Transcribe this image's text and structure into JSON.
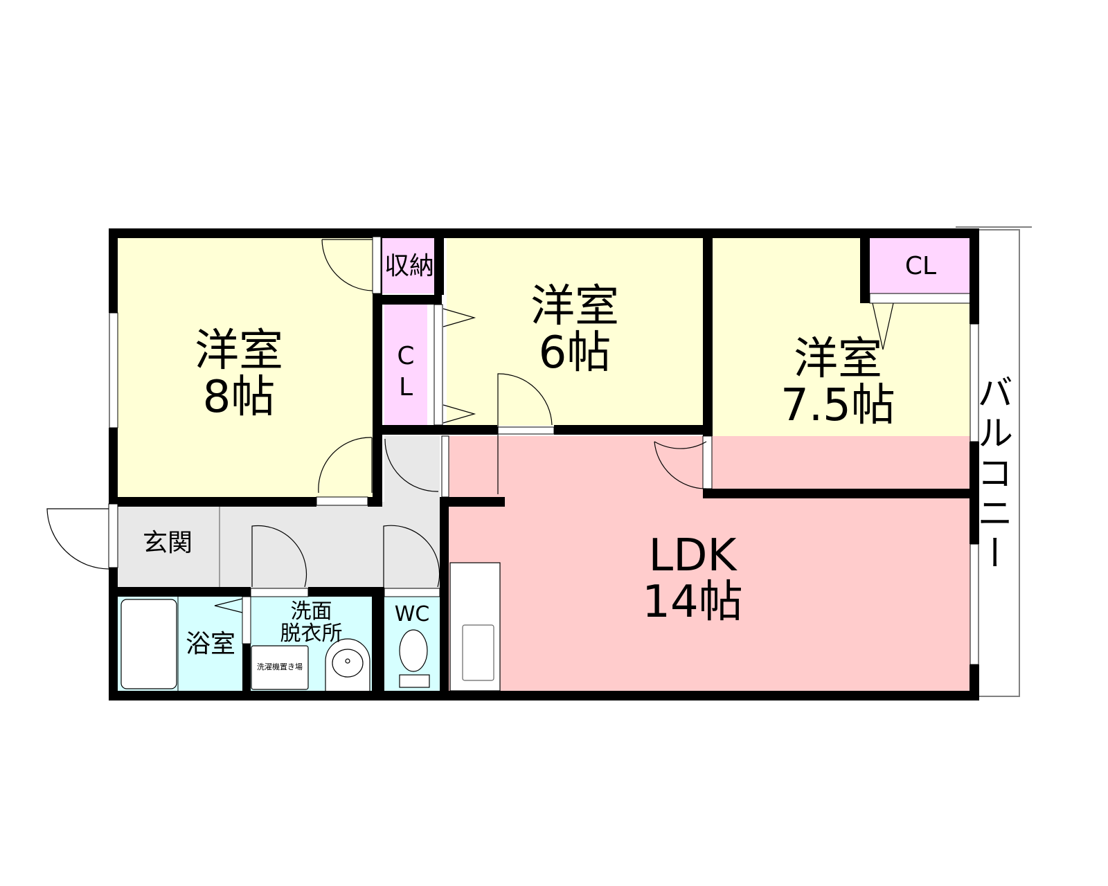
{
  "colors": {
    "wall": "#000000",
    "western_room": "#ffffd6",
    "storage": "#ffd6ff",
    "ldk": "#ffcccc",
    "hallway": "#e8e8e8",
    "wet_area": "#d6ffff",
    "window_fixture": "#ffffff"
  },
  "rooms": {
    "bedroom_8": {
      "name": "洋室",
      "size": "8帖"
    },
    "bedroom_6": {
      "name": "洋室",
      "size": "6帖"
    },
    "bedroom_7_5": {
      "name": "洋室",
      "size": "7.5帖"
    },
    "ldk": {
      "name": "LDK",
      "size": "14帖"
    },
    "storage": {
      "name": "収納"
    },
    "closet_center": {
      "line1": "C",
      "line2": "L"
    },
    "closet_right": {
      "name": "CL"
    },
    "entrance": {
      "name": "玄関"
    },
    "bathroom": {
      "name": "浴室"
    },
    "washroom": {
      "line1": "洗面",
      "line2": "脱衣所"
    },
    "washer_space": {
      "name": "洗濯機置き場"
    },
    "toilet": {
      "name": "WC"
    },
    "balcony": {
      "name": "バルコニー"
    }
  }
}
